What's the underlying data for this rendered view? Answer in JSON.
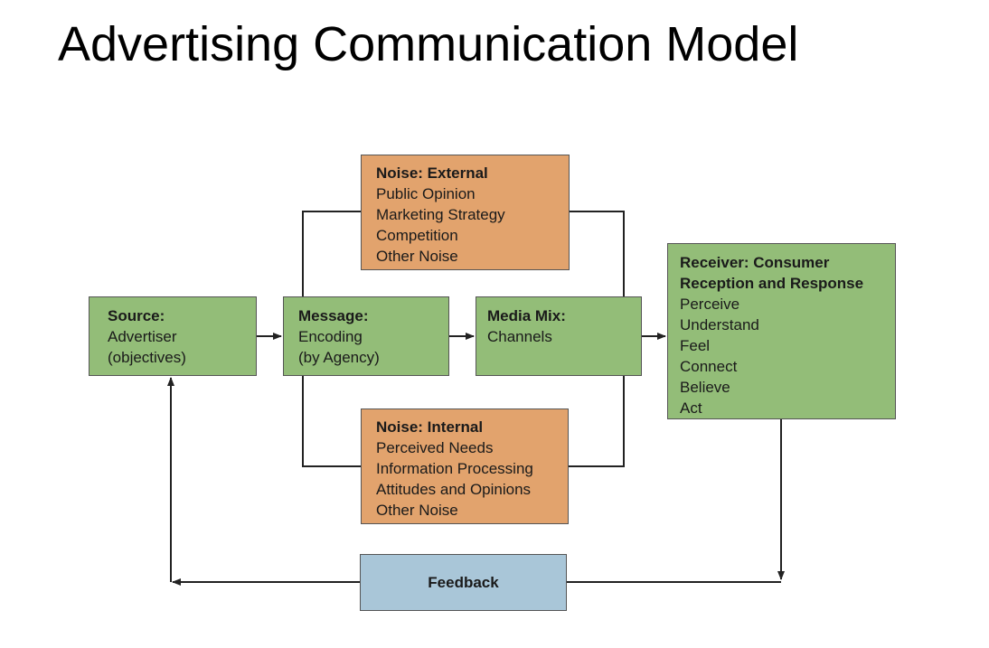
{
  "slide": {
    "title": "Advertising Communication Model"
  },
  "diagram": {
    "source": {
      "heading": "Source:",
      "lines": [
        "Advertiser",
        "(objectives)"
      ]
    },
    "message": {
      "heading": "Message:",
      "lines": [
        "Encoding",
        "(by Agency)"
      ]
    },
    "media_mix": {
      "heading": "Media Mix:",
      "lines": [
        "Channels"
      ]
    },
    "noise_external": {
      "heading": "Noise: External",
      "lines": [
        "Public Opinion",
        "Marketing Strategy",
        "Competition",
        "Other Noise"
      ]
    },
    "noise_internal": {
      "heading": "Noise: Internal",
      "lines": [
        "Perceived Needs",
        "Information Processing",
        "Attitudes and Opinions",
        "Other Noise"
      ]
    },
    "receiver": {
      "headings": [
        "Receiver: Consumer",
        "Reception and Response"
      ],
      "lines": [
        "Perceive",
        "Understand",
        "Feel",
        "Connect",
        "Believe",
        "Act"
      ]
    },
    "feedback": {
      "heading": "Feedback"
    },
    "colors": {
      "process_box": "#93bd78",
      "noise_box": "#e2a36d",
      "feedback_box": "#a9c6d8",
      "connector": "#222222"
    }
  }
}
